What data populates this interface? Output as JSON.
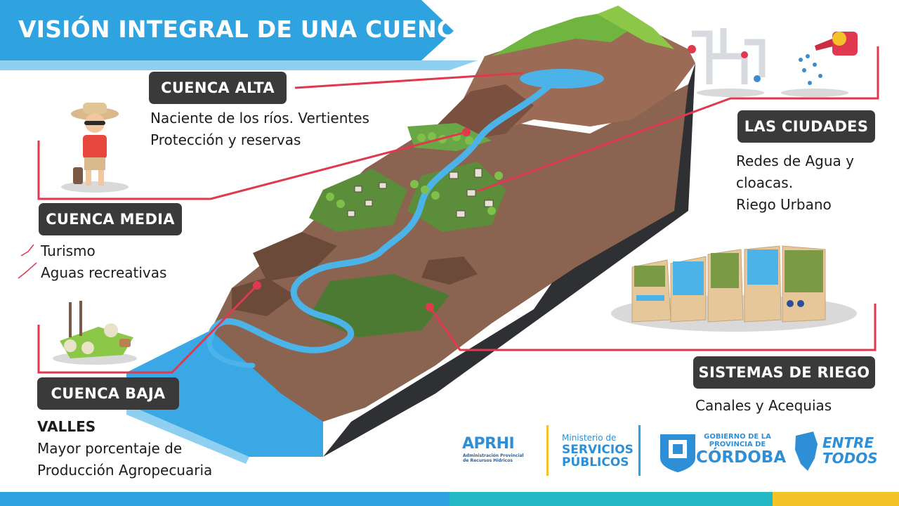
{
  "title": "VISIÓN INTEGRAL DE UNA CUENCA",
  "sections": {
    "cuenca_alta": {
      "label": "CUENCA ALTA",
      "lines": [
        "Naciente de los ríos. Vertientes",
        "Protección y reservas"
      ]
    },
    "cuenca_media": {
      "label": "CUENCA MEDIA",
      "lines": [
        "Turismo",
        "Aguas recreativas"
      ]
    },
    "cuenca_baja": {
      "label": "CUENCA BAJA",
      "heading": "VALLES",
      "lines": [
        "Mayor porcentaje de",
        "Producción Agropecuaria"
      ]
    },
    "las_ciudades": {
      "label": "LAS CIUDADES",
      "lines": [
        "Redes de Agua y",
        "cloacas.",
        "Riego Urbano"
      ]
    },
    "sistemas_riego": {
      "label": "SISTEMAS DE RIEGO",
      "lines": [
        "Canales y Acequias"
      ]
    }
  },
  "logos": {
    "aprhi": {
      "name": "APRHI",
      "subtitle": "Administración Provincial de Recursos Hídricos"
    },
    "ministerio": {
      "line1": "Ministerio de",
      "line2": "SERVICIOS",
      "line3": "PÚBLICOS"
    },
    "cordoba": {
      "line1": "GOBIERNO DE LA PROVINCIA DE",
      "line2": "CÓRDOBA"
    },
    "entre_todos": {
      "word1": "ENTRE",
      "word2": "TODOS"
    }
  },
  "colors": {
    "banner": "#2ea3e0",
    "label_box": "#3a3a3a",
    "connector": "#e0394f",
    "water": "#4cb3e8",
    "logo_blue": "#2f8fd6"
  },
  "icons": [
    "tourist-icon",
    "pipes-icon",
    "watering-can-icon",
    "vegetables-icon",
    "irrigation-fields-icon",
    "check-mark-icon"
  ]
}
